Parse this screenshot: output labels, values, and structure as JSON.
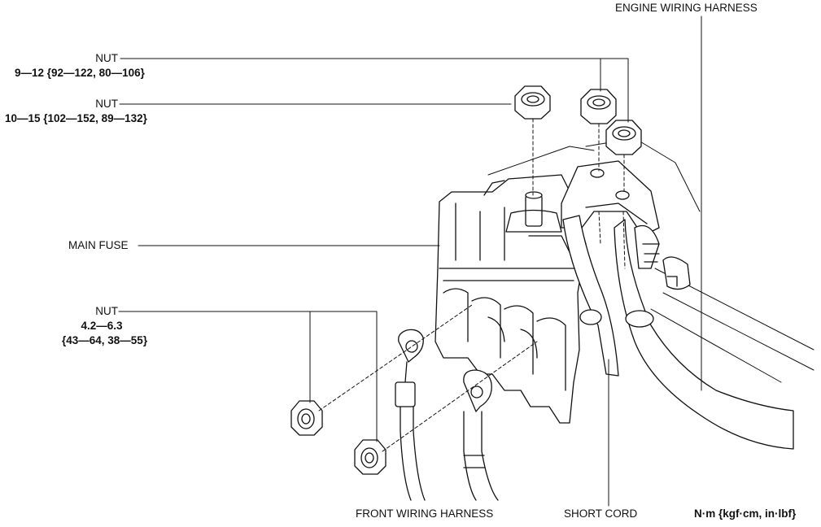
{
  "labels": {
    "engine_wiring_harness": "ENGINE WIRING HARNESS",
    "nut_top": "NUT",
    "nut_top_spec": "9—12 {92—122, 80—106}",
    "nut_mid": "NUT",
    "nut_mid_spec": "10—15 {102—152, 89—132}",
    "main_fuse": "MAIN FUSE",
    "nut_low": "NUT",
    "nut_low_spec_1": "4.2—6.3",
    "nut_low_spec_2": "{43—64, 38—55}",
    "front_wiring_harness": "FRONT WIRING HARNESS",
    "short_cord": "SHORT CORD",
    "units": "N·m {kgf·cm, in·lbf}"
  }
}
